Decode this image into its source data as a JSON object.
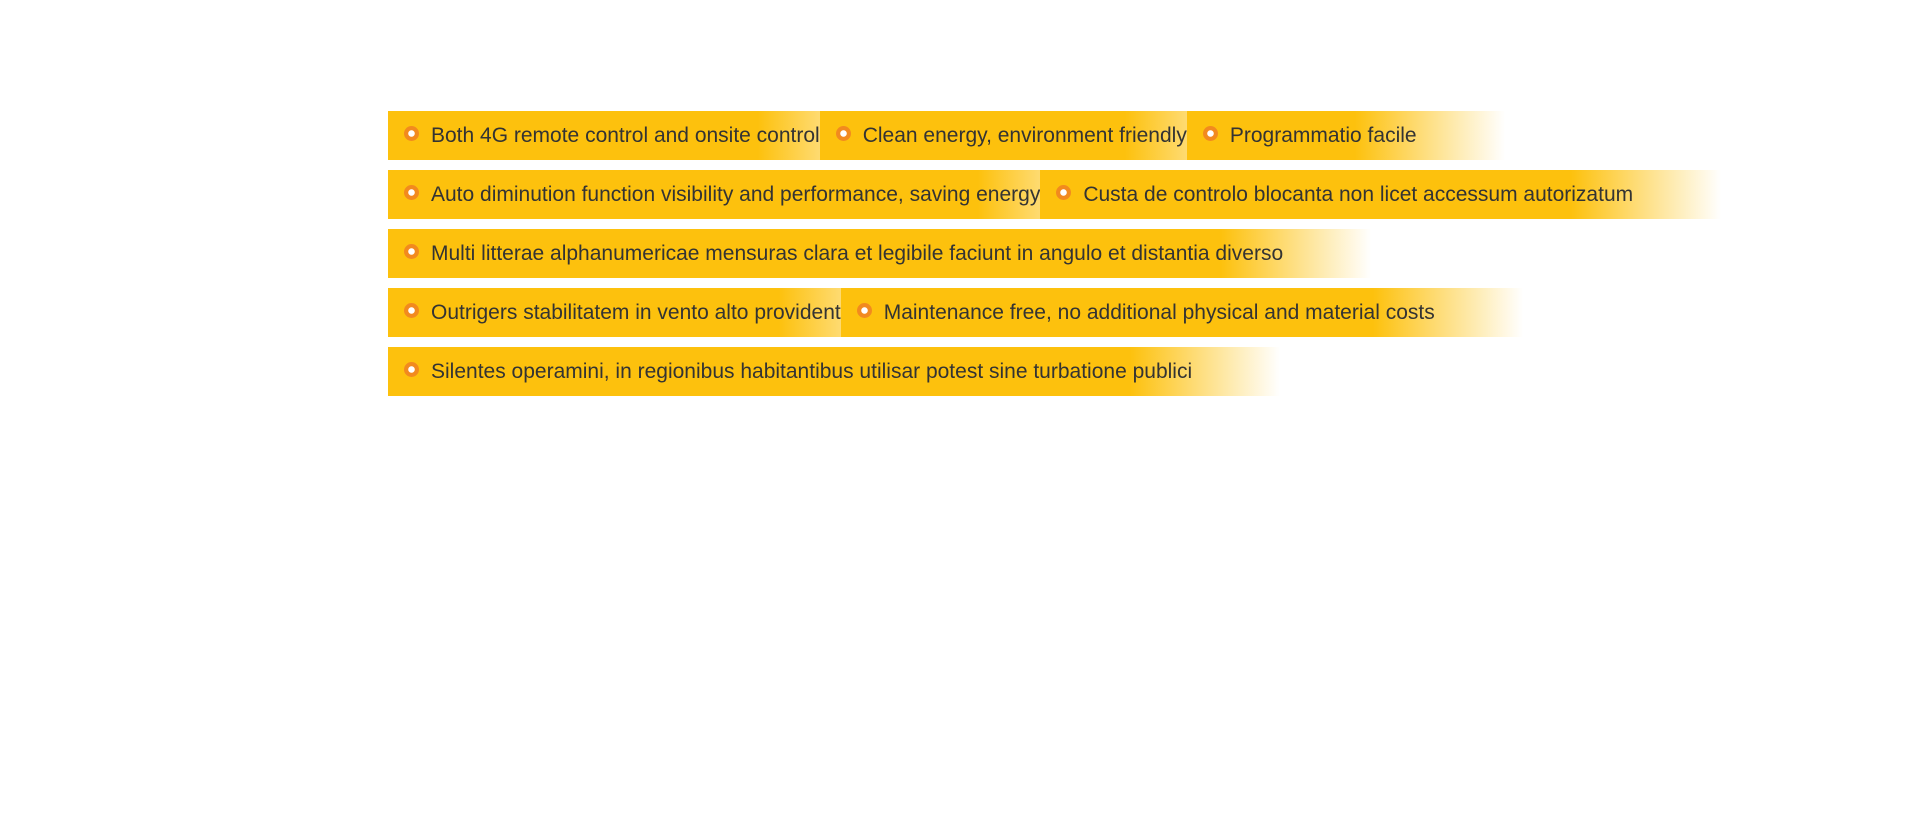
{
  "theme": {
    "accent": "#fdc10d",
    "bullet": "#f28a1e",
    "text": "#333333"
  },
  "features": {
    "rows": [
      [
        "Both 4G remote control and onsite control",
        "Clean energy, environment friendly",
        "Programmatio facile"
      ],
      [
        "Auto diminution function visibility and performance, saving energy",
        "Custa de controlo blocanta non licet accessum autorizatum"
      ],
      [
        "Multi litterae alphanumericae mensuras clara et legibile faciunt in angulo et distantia diverso"
      ],
      [
        "Outrigers stabilitatem in vento alto provident",
        "Maintenance free, no additional physical and material costs"
      ],
      [
        "Silentes operamini, in regionibus habitantibus utilisar potest sine turbatione publici"
      ]
    ],
    "bullet_icon": "circle-bullet-icon"
  }
}
